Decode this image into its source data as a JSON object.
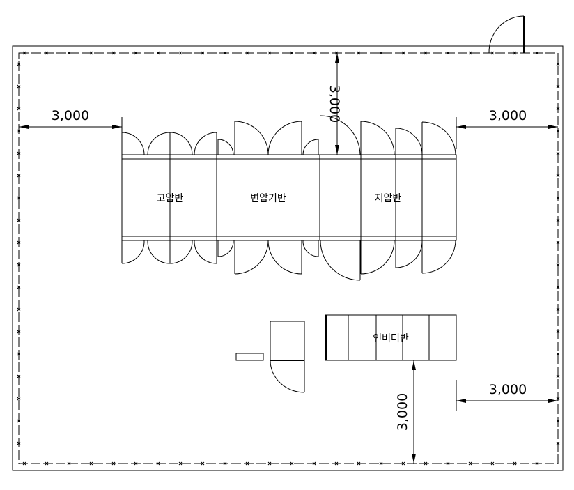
{
  "panels": {
    "high_voltage": "고압반",
    "transformer": "변압기반",
    "low_voltage": "저압반",
    "inverter": "인버터반"
  },
  "dimensions": {
    "left_clearance": "3,000",
    "right_clearance": "3,000",
    "top_clearance": "3,000",
    "inverter_right_clearance": "3,000",
    "inverter_bottom_clearance": "3,000"
  }
}
